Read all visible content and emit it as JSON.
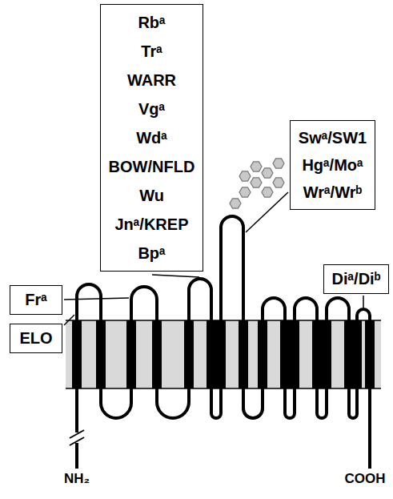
{
  "diagram": {
    "nodes": [
      {
        "text": [
          "Rbᵃ",
          "Trᵃ",
          "WARR",
          "Vgᵃ",
          "Wdᵃ",
          "BOW/NFLD",
          "Wu",
          "Jnᵃ/KREP",
          "Bpᵃ"
        ]
      },
      {
        "text": [
          "Swᵃ/SW1",
          "Hgᵃ/Moᵃ",
          "Wrᵃ/Wrᵇ"
        ]
      },
      {
        "text": [
          "Frᵃ"
        ]
      },
      {
        "text": [
          "ELO"
        ]
      },
      {
        "text": [
          "Diᵃ/Diᵇ"
        ]
      }
    ],
    "labels": [
      "NH₂",
      "COOH"
    ]
  }
}
